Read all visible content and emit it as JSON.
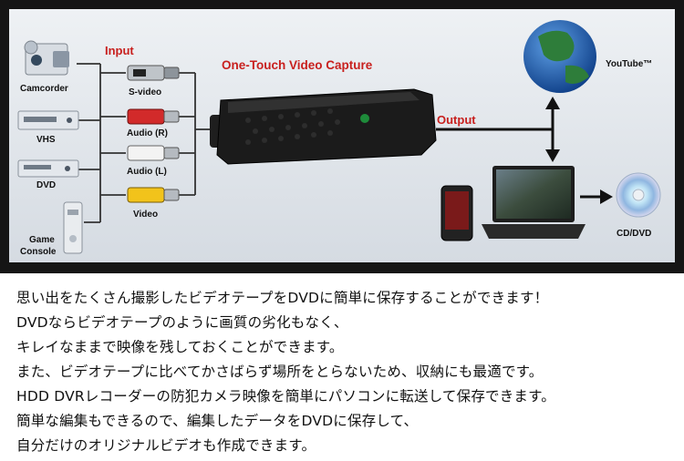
{
  "diagram": {
    "input_title": "Input",
    "output_title": "Output",
    "product_title": "One-Touch Video Capture",
    "sources": [
      "Camcorder",
      "VHS",
      "DVD",
      "Game",
      "Console"
    ],
    "connectors": [
      "S-video",
      "Audio (R)",
      "Audio (L)",
      "Video"
    ],
    "youtube_label": "YouTube™",
    "dvd_label": "CD/DVD",
    "colors": {
      "title_red": "#c8201e",
      "panel_bg": "#dfe4ea",
      "device_black": "#1b1b1b",
      "wire": "#333333"
    },
    "icons": [
      "camcorder-icon",
      "vhs-player-icon",
      "dvd-player-icon",
      "game-console-icon",
      "capture-device-icon",
      "globe-icon",
      "laptop-icon",
      "phone-icon",
      "disc-icon"
    ]
  },
  "description": {
    "lines": [
      "思い出をたくさん撮影したビデオテープをDVDに簡単に保存することができます！",
      "DVDならビデオテープのように画質の劣化もなく、",
      "キレイなままで映像を残しておくことができます。",
      "また、ビデオテープに比べてかさばらず場所をとらないため、収納にも最適です。",
      "HDD DVRレコーダーの防犯カメラ映像を簡単にパソコンに転送して保存できます。",
      "簡単な編集もできるので、編集したデータをDVDに保存して、",
      "自分だけのオリジナルビデオも作成できます。"
    ]
  }
}
